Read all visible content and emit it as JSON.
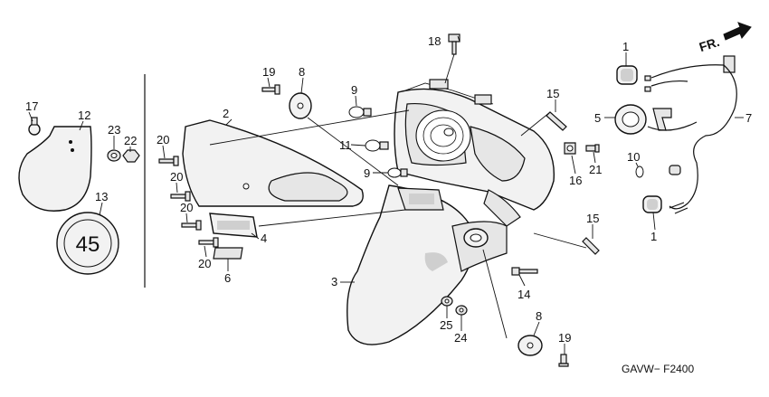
{
  "diagram": {
    "code": "GAVW− F2400",
    "front_indicator": "FR.",
    "sticker_number": "45",
    "callouts": {
      "c1a": "1",
      "c1b": "1",
      "c2": "2",
      "c3": "3",
      "c4": "4",
      "c5": "5",
      "c6": "6",
      "c7": "7",
      "c8a": "8",
      "c8b": "8",
      "c9a": "9",
      "c9b": "9",
      "c10": "10",
      "c11": "11",
      "c12": "12",
      "c13": "13",
      "c14": "14",
      "c15a": "15",
      "c15b": "15",
      "c16": "16",
      "c17": "17",
      "c18": "18",
      "c19a": "19",
      "c19b": "19",
      "c20a": "20",
      "c20b": "20",
      "c20c": "20",
      "c20d": "20",
      "c21": "21",
      "c22": "22",
      "c23": "23",
      "c24": "24",
      "c25": "25"
    }
  }
}
